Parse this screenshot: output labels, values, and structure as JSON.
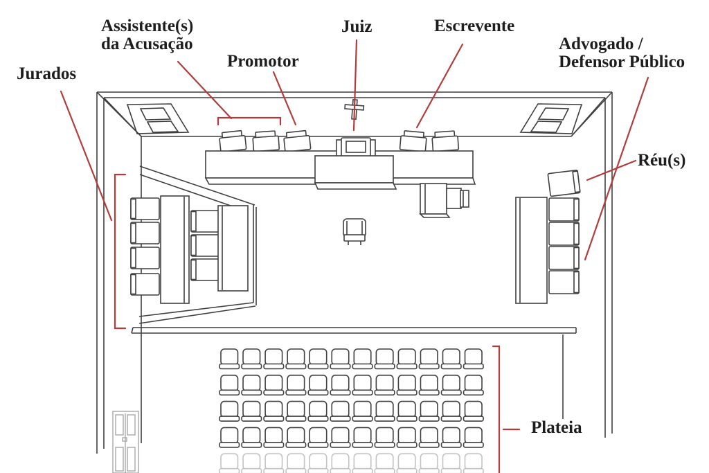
{
  "page": {
    "background": "#ffffff"
  },
  "colors": {
    "annotation": "#b23c3c",
    "linework": "#3f3f3f",
    "text": "#1e1e1e"
  },
  "labels": {
    "jurados": "Jurados",
    "assistentes_line1": "Assistente(s)",
    "assistentes_line2": "da Acusação",
    "promotor": "Promotor",
    "juiz": "Juiz",
    "escrevente": "Escrevente",
    "advogado_line1": "Advogado /",
    "advogado_line2": "Defensor Público",
    "reus": "Réu(s)",
    "plateia": "Plateia"
  },
  "seating": {
    "audience": {
      "rows": 5,
      "cols": 12
    },
    "jury_box": {
      "outer_row_chairs": 4,
      "inner_row_chairs": 3
    },
    "defense": {
      "chairs": 5
    },
    "bench": {
      "prosecution_side_chairs": 3,
      "clerk_side_chairs": 2
    }
  }
}
